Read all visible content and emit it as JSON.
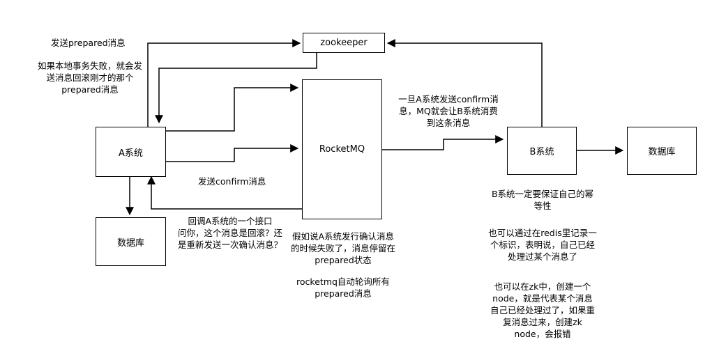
{
  "boxes": {
    "zookeeper": "zookeeper",
    "system_a": "A系统",
    "rocketmq": "RocketMQ",
    "system_b": "B系统",
    "db_a": "数据库",
    "db_b": "数据库"
  },
  "notes": {
    "send_prepared": "发送prepared消息",
    "rollback_lines": [
      "如果本地事务失败，就会发",
      "送消息回滚刚才的那个",
      "prepared消息"
    ],
    "send_confirm": "发送confirm消息",
    "callback_lines": [
      "回调A系统的一个接口",
      "问你，这个消息是回滚？还",
      "是重新发送一次确认消息？"
    ],
    "confirm_fail_lines": [
      "假如说A系统发行确认消息",
      "的时候失败了，消息停留在",
      "prepared状态"
    ],
    "polling_lines": [
      "rocketmq自动轮询所有",
      "prepared消息"
    ],
    "b_consume_lines": [
      "一旦A系统发送confirm消",
      "息，MQ就会让B系统消费",
      "到这条消息"
    ],
    "b_idempotent_lines": [
      "B系统一定要保证自己的幂",
      "等性"
    ],
    "redis_lines": [
      "也可以通过在redis里记录一",
      "个标识，表明说，自己已经",
      "处理过某个消息了"
    ],
    "zk_lines": [
      "也可以在zk中，创建一个",
      "node，就是代表某个消息",
      "自己已经处理过了，如果重",
      "复消息过来，创建zk",
      "node，会报错"
    ]
  }
}
